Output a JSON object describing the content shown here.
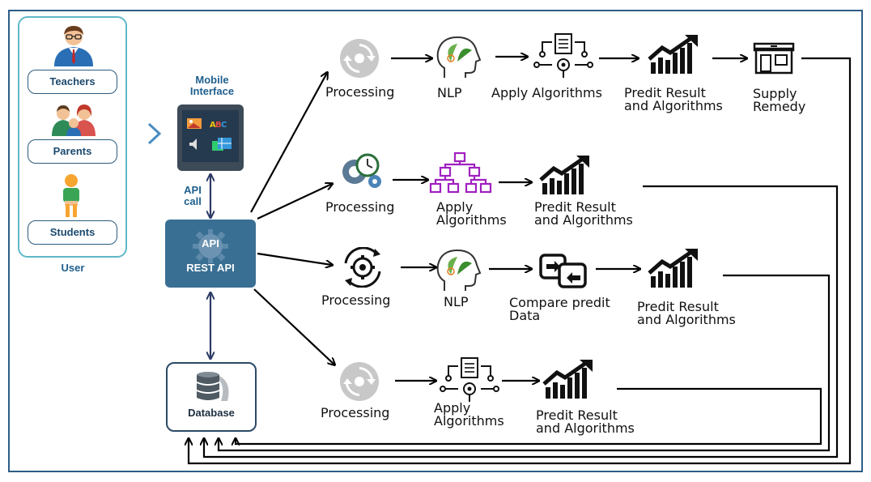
{
  "user": {
    "teachers": "Teachers",
    "parents": "Parents",
    "students": "Students",
    "caption": "User"
  },
  "mobile": {
    "title_line1": "Mobile",
    "title_line2": "Interface"
  },
  "api_call": {
    "line1": "API",
    "line2": "call"
  },
  "rest_api": {
    "badge": "API",
    "label": "REST API"
  },
  "database": {
    "label": "Database"
  },
  "row1": {
    "processing": "Processing",
    "nlp": "NLP",
    "apply": "Apply Algorithms",
    "predit_line1": "Predit Result",
    "predit_line2": "and Algorithms",
    "supply_line1": "Supply",
    "supply_line2": "Remedy"
  },
  "row2": {
    "processing": "Processing",
    "apply_line1": "Apply",
    "apply_line2": "Algorithms",
    "predit_line1": "Predit Result",
    "predit_line2": "and Algorithms"
  },
  "row3": {
    "processing": "Processing",
    "nlp": "NLP",
    "compare_line1": "Compare predit",
    "compare_line2": "Data",
    "predit_line1": "Predit Result",
    "predit_line2": "and Algorithms"
  },
  "row4": {
    "processing": "Processing",
    "apply_line1": "Apply",
    "apply_line2": "Algorithms",
    "predit_line1": "Predit Result",
    "predit_line2": "and Algorithms"
  },
  "colors": {
    "border": "#2c5d87",
    "user_panel": "#5fb8c9",
    "api_box": "#3a6f94",
    "accent_purple": "#a020c0"
  }
}
